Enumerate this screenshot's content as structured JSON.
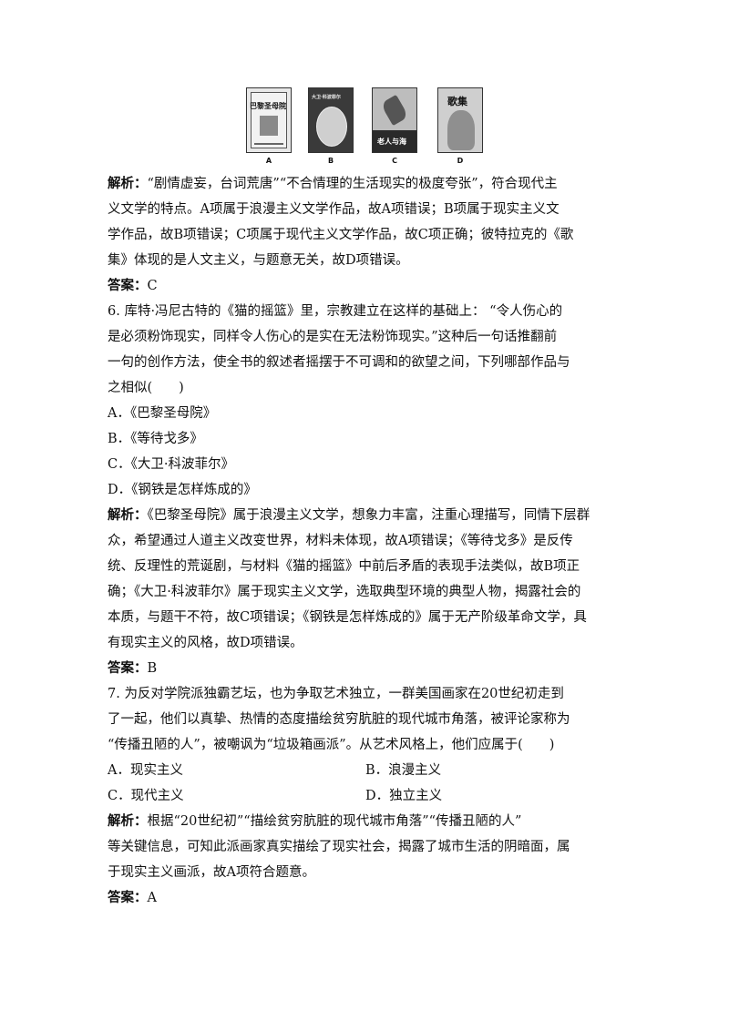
{
  "figure": {
    "covers": [
      {
        "label": "A",
        "title": "巴黎圣母院"
      },
      {
        "label": "B",
        "title": "大卫·科波菲尔"
      },
      {
        "label": "C",
        "title": "老人与海"
      },
      {
        "label": "D",
        "title": "歌集"
      }
    ]
  },
  "q5": {
    "analysis_label": "解析：",
    "analysis_lines": [
      "“剧情虚妄，台词荒唐”“不合情理的生活现实的极度夸张”，符合现代主",
      "义文学的特点。A项属于浪漫主义文学作品，故A项错误；B项属于现实主义文",
      "学作品，故B项错误；C项属于现代主义文学作品，故C项正确；彼特拉克的《歌",
      "集》体现的是人文主义，与题意无关，故D项错误。"
    ],
    "answer_label": "答案：",
    "answer": "C"
  },
  "q6": {
    "stem_lines": [
      "6. 库特·冯尼古特的《猫的摇篮》里，宗教建立在这样的基础上：  “令人伤心的",
      "是必须粉饰现实，同样令人伤心的是实在无法粉饰现实。”这种后一句话推翻前",
      "一句的创作方法，使全书的叙述者摇摆于不可调和的欲望之间，下列哪部作品与",
      "之相似(　　)"
    ],
    "options": [
      "A．《巴黎圣母院》",
      "B．《等待戈多》",
      "C．《大卫·科波菲尔》",
      "D．《钢铁是怎样炼成的》"
    ],
    "analysis_label": "解析：",
    "analysis_lines": [
      "《巴黎圣母院》属于浪漫主义文学，想象力丰富，注重心理描写，同情下层群",
      "众，希望通过人道主义改变世界，材料未体现，故A项错误；《等待戈多》是反传",
      "统、反理性的荒诞剧，与材料《猫的摇篮》中前后矛盾的表现手法类似，故B项正",
      "确；《大卫·科波菲尔》属于现实主义文学，选取典型环境的典型人物，揭露社会的",
      "本质，与题干不符，故C项错误；《钢铁是怎样炼成的》属于无产阶级革命文学，具",
      "有现实主义的风格，故D项错误。"
    ],
    "answer_label": "答案：",
    "answer": "B"
  },
  "q7": {
    "stem_lines": [
      "7. 为反对学院派独霸艺坛，也为争取艺术独立，一群美国画家在20世纪初走到",
      "了一起，他们以真挚、热情的态度描绘贫穷肮脏的现代城市角落，被评论家称为",
      "“传播丑陋的人”，被嘲讽为“垃圾箱画派”。从艺术风格上，他们应属于(　　)"
    ],
    "options": [
      "A．现实主义",
      "B．浪漫主义",
      "C．现代主义",
      "D．独立主义"
    ],
    "analysis_label": "解析：",
    "analysis_lines": [
      "根据“20世纪初”“描绘贫穷肮脏的现代城市角落”“传播丑陋的人”",
      "等关键信息，可知此派画家真实描绘了现实社会，揭露了城市生活的阴暗面，属",
      "于现实主义画派，故A项符合题意。"
    ],
    "answer_label": "答案：",
    "answer": "A"
  }
}
